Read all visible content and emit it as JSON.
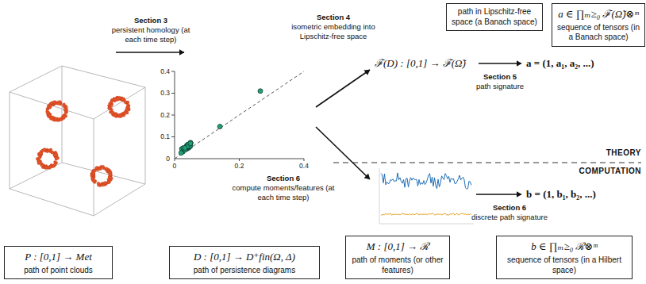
{
  "diagram": {
    "nodes": [
      {
        "text": [
          "path in Lipschitz-free space (a Banach space)"
        ]
      },
      {
        "text": [
          "a ∈ ∏ₘ≥₀ ℱ(Ω̃)⊗ᵐ",
          "sequence of tensors (in a Banach space)"
        ]
      },
      {
        "text": [
          "P : [0,1] → Met",
          "path of point clouds"
        ]
      },
      {
        "text": [
          "D : [0,1] → D⁺fin(Ω, Δ)",
          "path of persistence diagrams"
        ]
      },
      {
        "text": [
          "M : [0,1] → ℛ",
          "path of moments (or other features)"
        ]
      },
      {
        "text": [
          "b ∈ ∏ₘ≥₀ ℛ⊗ᵐ",
          "sequence of tensors (in a Hilbert space)"
        ]
      }
    ],
    "labels": [
      "Section 3",
      "persistent homology (at each time step)",
      "Section 4",
      "isometric embedding into Lipschitz-free space",
      "ℱ(D) : [0,1] → ℱ(Ω̃)",
      "a = (1, a₁, a₂, ...)",
      "Section 5",
      "path signature",
      "THEORY",
      "COMPUTATION",
      "Section 6",
      "compute moments/features (at each time step)",
      "Section 6",
      "discrete path signature",
      "b = (1, b₁, b₂, ...)",
      "0.4",
      "0.3",
      "0.2",
      "0.1",
      "0",
      "0",
      "0.2",
      "0.4"
    ]
  }
}
